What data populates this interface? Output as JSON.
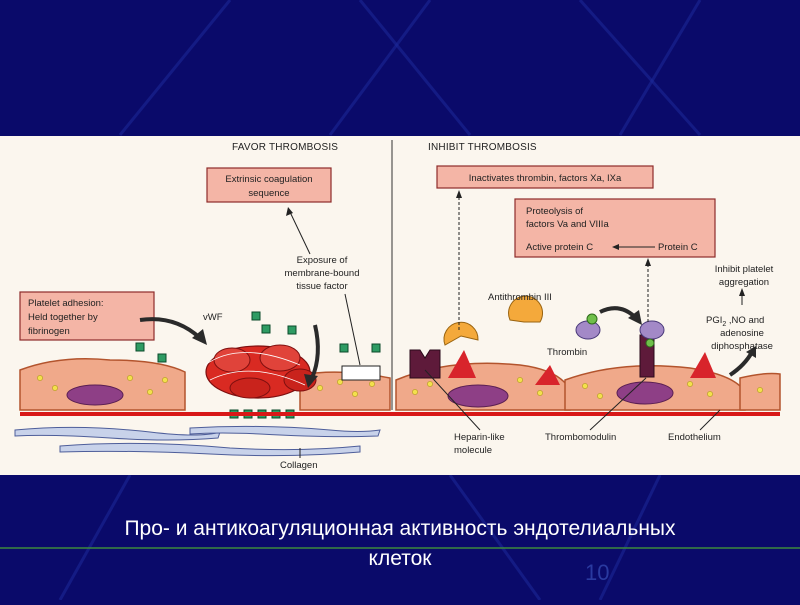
{
  "headers": {
    "favor": "FAVOR THROMBOSIS",
    "inhibit": "INHIBIT THROMBOSIS"
  },
  "boxes": {
    "extrinsic_line1": "Extrinsic coagulation",
    "extrinsic_line2": "sequence",
    "inactivates": "Inactivates thrombin, factors Xa, IXa",
    "proteolysis_line1": "Proteolysis of",
    "proteolysis_line2": "factors Va and VIIIa",
    "active_protein_c": "Active protein C",
    "protein_c": "Protein C",
    "platelet_line1": "Platelet adhesion:",
    "platelet_line2": "Held together by",
    "platelet_line3": "fibrinogen"
  },
  "labels": {
    "exposure_line1": "Exposure of",
    "exposure_line2": "membrane-bound",
    "exposure_line3": "tissue factor",
    "vwf": "vWF",
    "collagen": "Collagen",
    "antithrombin": "Antithrombin III",
    "thrombin": "Thrombin",
    "inhibit_line1": "Inhibit platelet",
    "inhibit_line2": "aggregation",
    "pgi_prefix": "PGI",
    "pgi_sub": "2",
    "pgi_rest": " ,NO and",
    "adenosine": "adenosine",
    "diphosphatase": "diphosphatase",
    "heparin_line1": "Heparin-like",
    "heparin_line2": "molecule",
    "thrombomodulin": "Thrombomodulin",
    "endothelium": "Endothelium"
  },
  "caption": {
    "line1": "Про- и антикоагуляционная активность эндотелиальных",
    "line2": "клеток"
  },
  "slide_number": "10",
  "colors": {
    "background": "#0a0a6a",
    "box_fill": "#f4b5a6",
    "cell_fill": "#f0a98a",
    "nucleus": "#8e3f86",
    "platelet_clot": "#d92a22",
    "vessel_wall": "#d81818"
  }
}
